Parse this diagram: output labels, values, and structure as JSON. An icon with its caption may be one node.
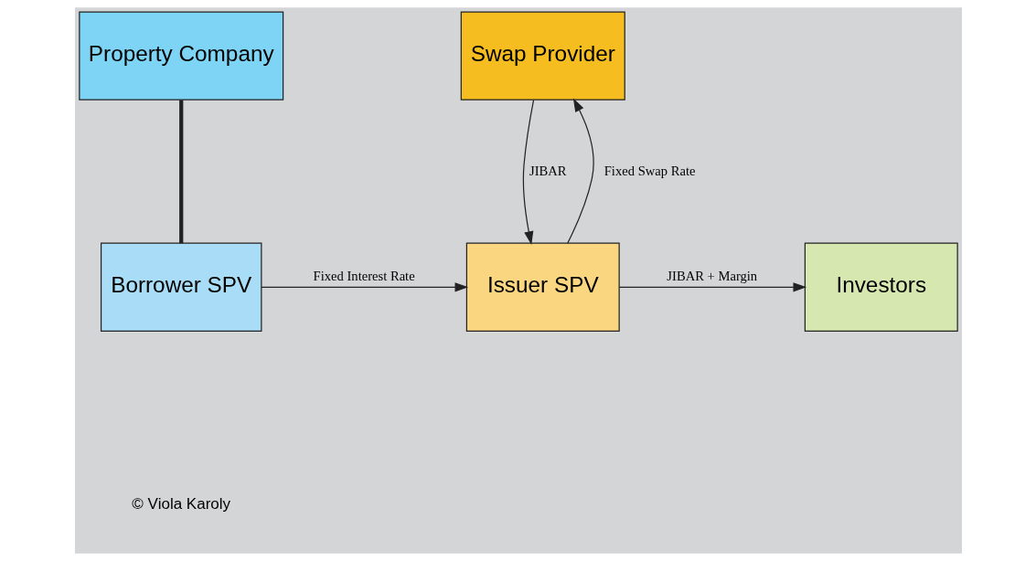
{
  "diagram": {
    "nodes": [
      {
        "text": [
          "Property Company"
        ]
      },
      {
        "text": [
          "Swap Provider"
        ]
      },
      {
        "text": [
          "Borrower SPV"
        ]
      },
      {
        "text": [
          "Issuer SPV"
        ]
      },
      {
        "text": [
          "Investors"
        ]
      }
    ],
    "edges": [
      {
        "from": 0,
        "to": 2,
        "arrow": "none",
        "style": "thick"
      },
      {
        "from": 2,
        "to": 3,
        "arrow": "to",
        "label": "Fixed Interest Rate"
      },
      {
        "from": 3,
        "to": 1,
        "arrow": "to",
        "label": "Fixed Swap Rate"
      },
      {
        "from": 1,
        "to": 3,
        "arrow": "to",
        "label": "JIBAR"
      },
      {
        "from": 3,
        "to": 4,
        "arrow": "to",
        "label": "JIBAR + Margin"
      }
    ],
    "labels": [
      "© Viola Karoly"
    ]
  }
}
